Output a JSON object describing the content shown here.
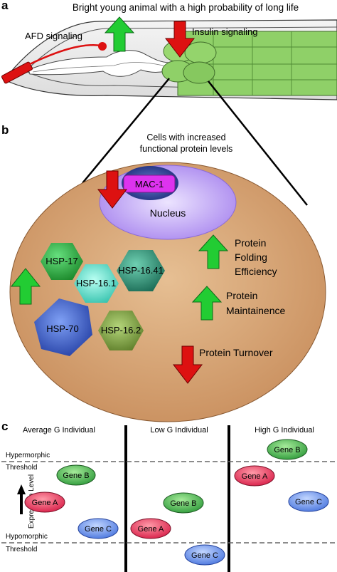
{
  "panel_a": {
    "label": "a",
    "title": "Bright young animal with a high probability of long life",
    "afd_label": "AFD signaling",
    "insulin_label": "Insulin signaling"
  },
  "panel_b": {
    "label": "b",
    "title_line1": "Cells with increased",
    "title_line2": "functional protein levels",
    "mac1": "MAC-1",
    "nucleus": "Nucleus",
    "hsps": [
      "HSP-17",
      "HSP-16.41",
      "HSP-16.1",
      "HSP-70",
      "HSP-16.2"
    ],
    "folding_line1": "Protein",
    "folding_line2": "Folding",
    "folding_line3": "Efficiency",
    "maint_line1": "Protein",
    "maint_line2": "Maintainence",
    "turnover": "Protein Turnover"
  },
  "panel_c": {
    "label": "c",
    "col_average": "Average G Individual",
    "col_low": "Low G Individual",
    "col_high": "High G Individual",
    "hyper_line1": "Hypermorphic",
    "hyper_line2": "Threshold",
    "hypo_line1": "Hypomorphic",
    "hypo_line2": "Threshold",
    "axis_label": "Expression Level",
    "gene_a": "Gene A",
    "gene_b": "Gene B",
    "gene_c": "Gene C"
  },
  "colors": {
    "up_arrow": "#22cc33",
    "down_arrow": "#dd1111",
    "cell": "#d9a878",
    "nucleus": "#b99cf0",
    "worm_green": "#8fd068",
    "gene_a": "#e83a5a",
    "gene_b": "#3fae4a",
    "gene_c": "#5a86e6"
  }
}
